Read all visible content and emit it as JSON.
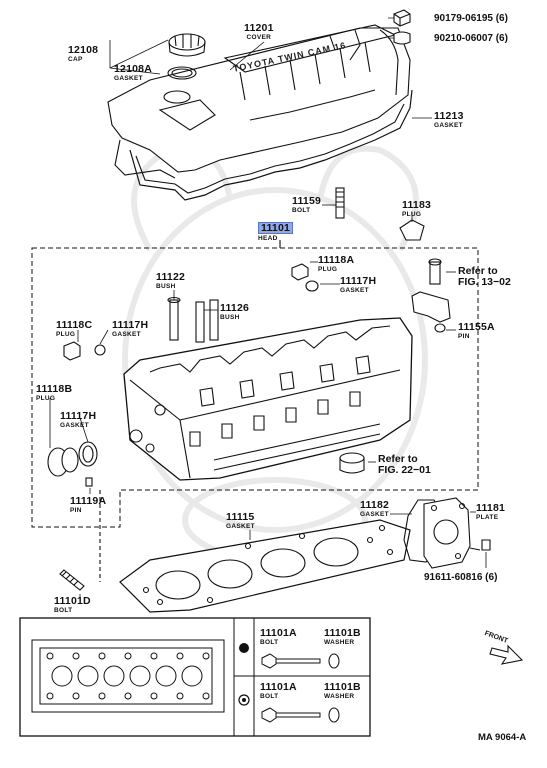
{
  "parts": {
    "cap": {
      "number": "12108",
      "name": "CAP"
    },
    "cap_gasket": {
      "number": "12108A",
      "name": "GASKET"
    },
    "cover": {
      "number": "11201",
      "name": "COVER"
    },
    "nut": {
      "number": "90179-06195 (6)"
    },
    "grommet": {
      "number": "90210-06007 (6)"
    },
    "cover_gasket": {
      "number": "11213",
      "name": "GASKET"
    },
    "bolt_top": {
      "number": "11159",
      "name": "BOLT"
    },
    "head": {
      "number": "11101",
      "name": "HEAD"
    },
    "plug_top": {
      "number": "11183",
      "name": "PLUG"
    },
    "plug_18a": {
      "number": "11118A",
      "name": "PLUG"
    },
    "gasket_17h_top": {
      "number": "11117H",
      "name": "GASKET"
    },
    "bush": {
      "number": "11122",
      "name": "BUSH"
    },
    "bush_26": {
      "number": "11126",
      "name": "BUSH"
    },
    "plug_18c": {
      "number": "11118C",
      "name": "PLUG"
    },
    "gasket_17h_left": {
      "number": "11117H",
      "name": "GASKET"
    },
    "pin_55a": {
      "number": "11155A",
      "name": "PIN"
    },
    "plug_18b": {
      "number": "11118B",
      "name": "PLUG"
    },
    "gasket_17h_low": {
      "number": "11117H",
      "name": "GASKET"
    },
    "pin_19a": {
      "number": "11119A",
      "name": "PIN"
    },
    "head_gasket": {
      "number": "11115",
      "name": "GASKET"
    },
    "gasket_82": {
      "number": "11182",
      "name": "GASKET"
    },
    "plate": {
      "number": "11181",
      "name": "PLATE"
    },
    "bolt_91611": {
      "number": "91611-60816 (6)"
    },
    "stud": {
      "number": "11101D",
      "name": "BOLT"
    },
    "bolt_a1": {
      "number": "11101A",
      "name": "BOLT"
    },
    "washer_b1": {
      "number": "11101B",
      "name": "WASHER"
    },
    "bolt_a2": {
      "number": "11101A",
      "name": "BOLT"
    },
    "washer_b2": {
      "number": "11101B",
      "name": "WASHER"
    }
  },
  "refs": {
    "fig13": [
      "Refer to",
      "FIG. 13−02"
    ],
    "fig22": [
      "Refer to",
      "FIG. 22−01"
    ]
  },
  "front_label": "FRONT",
  "diagram_code": "MA 9064-A",
  "cover_logo": "TOYOTA TWIN CAM 16",
  "colors": {
    "highlight": "#8fa8e8",
    "line": "#111111"
  },
  "icons": {
    "legend_marker_1": "solid-dot-icon",
    "legend_marker_2": "ring-dot-icon",
    "front_arrow": "front-arrow-icon"
  }
}
